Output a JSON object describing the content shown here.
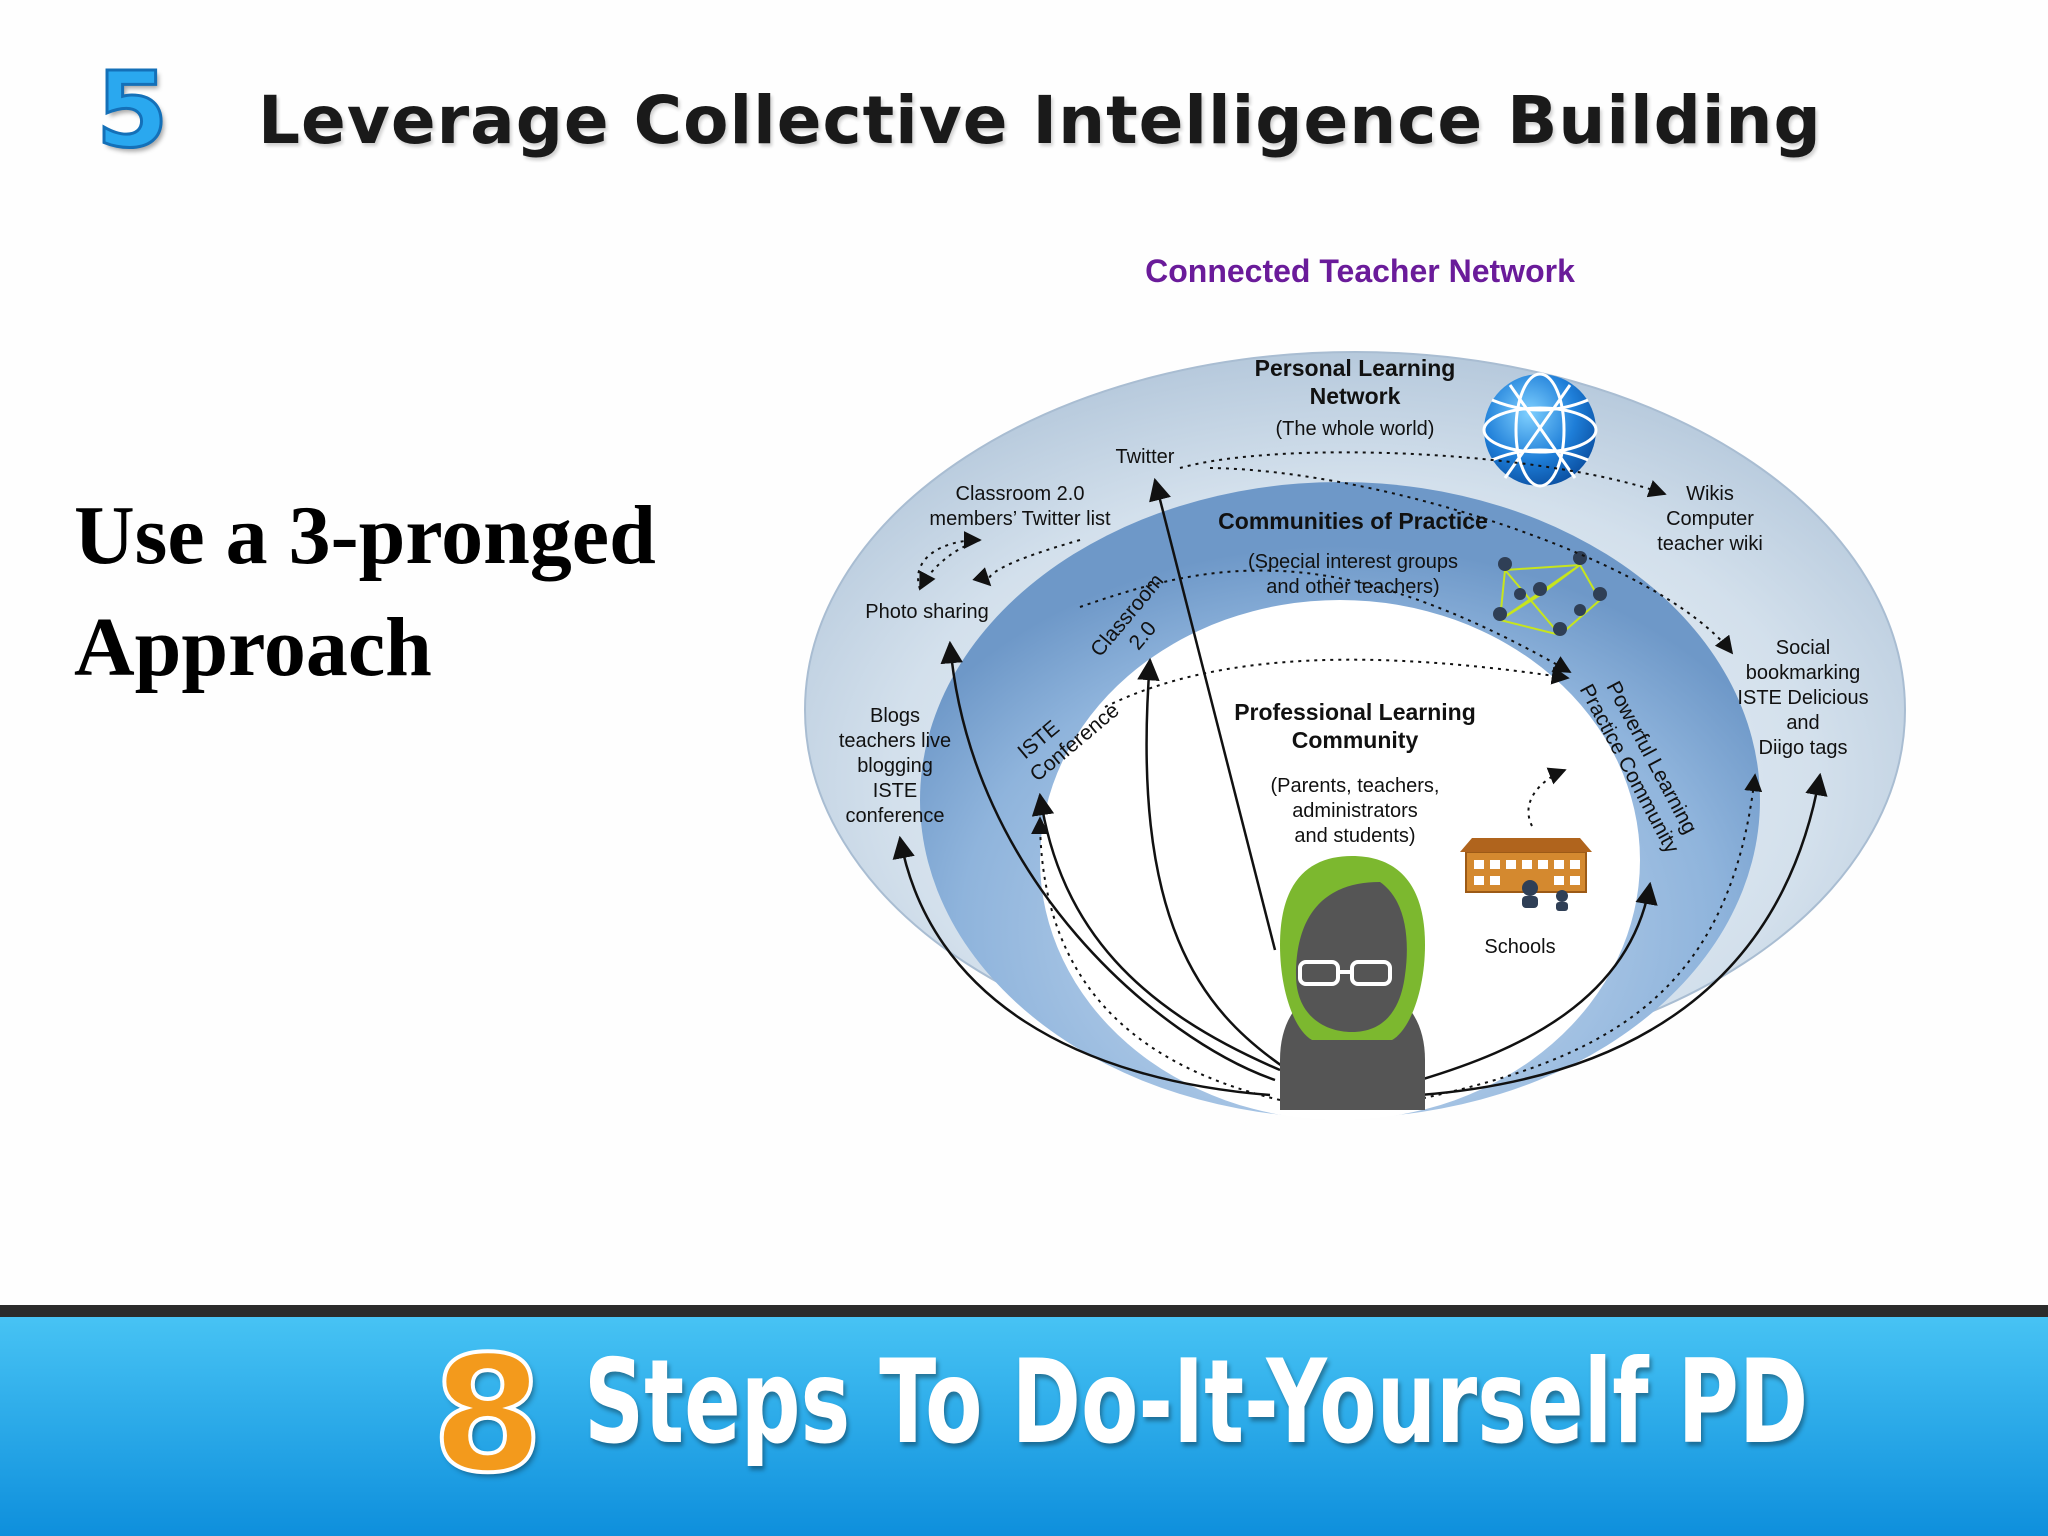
{
  "slide": {
    "step_number": "5",
    "title": "Leverage Collective Intelligence Building",
    "subtitle": "Use a 3-pronged Approach"
  },
  "diagram": {
    "title": "Connected Teacher Network",
    "outer_ring": {
      "title": "Personal Learning Network",
      "subtitle": "(The whole world)",
      "nodes": {
        "twitter": "Twitter",
        "classroom_twitter": [
          "Classroom 2.0",
          "members' Twitter list"
        ],
        "photo_sharing": "Photo sharing",
        "blogs": [
          "Blogs",
          "teachers live",
          "blogging",
          "ISTE",
          "conference"
        ],
        "wikis": [
          "Wikis",
          "Computer",
          "teacher wiki"
        ],
        "social_bookmarking": [
          "Social",
          "bookmarking",
          "ISTE Delicious",
          "and",
          "Diigo tags"
        ]
      }
    },
    "middle_ring": {
      "title": "Communities of Practice",
      "subtitle": [
        "(Special interest groups",
        "and other teachers)"
      ],
      "nodes": {
        "classroom20": [
          "Classroom",
          "2.0"
        ],
        "iste_conference": [
          "ISTE",
          "Conference"
        ],
        "powerful_learning": [
          "Powerful Learning",
          "Practice Community"
        ]
      }
    },
    "inner_ring": {
      "title": [
        "Professional Learning",
        "Community"
      ],
      "subtitle": [
        "(Parents, teachers,",
        "administrators",
        "and students)"
      ],
      "schools": "Schools"
    },
    "colors": {
      "outer_ring": "#c9d8e8",
      "middle_ring": "#7fa6d2",
      "inner_ring": "#ffffff",
      "title_purple": "#6a1b9a",
      "person_hair": "#7cb82f",
      "person_body": "#555555"
    }
  },
  "footer": {
    "number": "8",
    "title": "Steps To Do-It-Yourself PD",
    "colors": {
      "band": "#1ba3e8",
      "number": "#f39a1c"
    }
  }
}
